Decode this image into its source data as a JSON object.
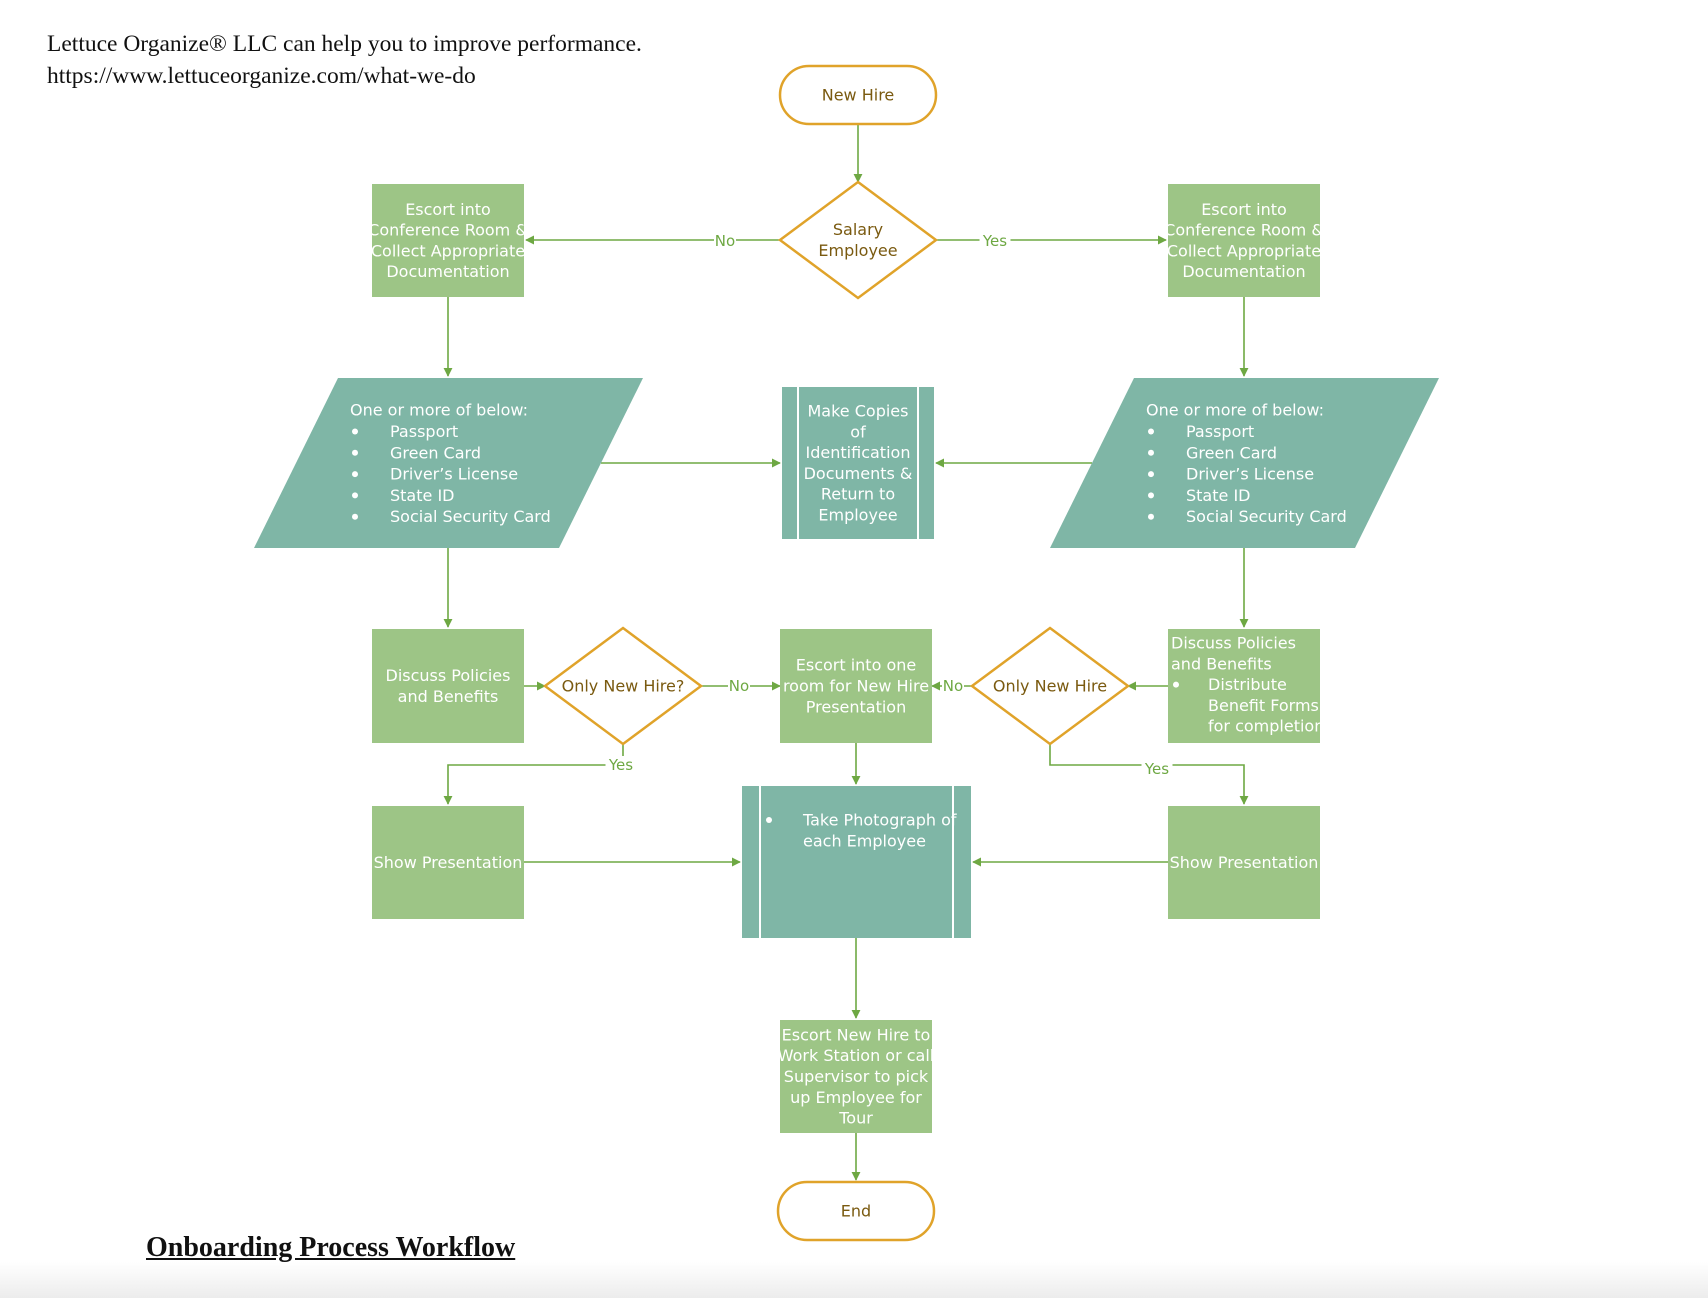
{
  "header": {
    "line1": "Lettuce Organize® LLC can help you to improve performance.",
    "line2": "https://www.lettuceorganize.com/what-we-do"
  },
  "footer": {
    "title": "Onboarding Process Workflow"
  },
  "colors": {
    "green_box": "#9dc586",
    "teal_box": "#7fb6a6",
    "orange_outline": "#e0a32a",
    "connector": "#6ea843",
    "terminal_text": "#7a5a10",
    "box_text": "#ffffff"
  },
  "diagram": {
    "nodes": [
      {
        "id": "new-hire",
        "shape": "terminal",
        "lines": [
          "New Hire"
        ]
      },
      {
        "id": "salary-employee",
        "shape": "decision",
        "lines": [
          "Salary",
          "Employee"
        ]
      },
      {
        "id": "escort-left",
        "shape": "process",
        "lines": [
          "Escort into",
          "Conference Room &",
          "Collect Appropriate",
          "Documentation"
        ]
      },
      {
        "id": "escort-right",
        "shape": "process",
        "lines": [
          "Escort into",
          "Conference Room &",
          "Collect Appropriate",
          "Documentation"
        ]
      },
      {
        "id": "docs-left",
        "shape": "data",
        "heading": "One or more of below:",
        "items": [
          "Passport",
          "Green Card",
          "Driver’s License",
          "State ID",
          "Social Security Card"
        ]
      },
      {
        "id": "docs-right",
        "shape": "data",
        "heading": "One or more of below:",
        "items": [
          "Passport",
          "Green Card",
          "Driver’s License",
          "State ID",
          "Social Security Card"
        ]
      },
      {
        "id": "make-copies",
        "shape": "predefined",
        "lines": [
          "Make Copies",
          "of",
          "Identification",
          "Documents &",
          "Return to",
          "Employee"
        ]
      },
      {
        "id": "discuss-left",
        "shape": "process",
        "lines": [
          "Discuss Policies",
          "and Benefits"
        ]
      },
      {
        "id": "only-new-hire-left",
        "shape": "decision",
        "lines": [
          "Only New Hire?"
        ]
      },
      {
        "id": "escort-room",
        "shape": "process",
        "lines": [
          "Escort into one",
          "room for New Hire",
          "Presentation"
        ]
      },
      {
        "id": "only-new-hire-right",
        "shape": "decision",
        "lines": [
          "Only New Hire"
        ]
      },
      {
        "id": "discuss-right",
        "shape": "process",
        "lines": [
          "Discuss Policies",
          "and Benefits"
        ],
        "items": [
          "Distribute",
          "Benefit Forms",
          "for completion"
        ]
      },
      {
        "id": "show-pres-left",
        "shape": "process",
        "lines": [
          "Show Presentation"
        ]
      },
      {
        "id": "take-photo",
        "shape": "predefined",
        "items": [
          "Take Photograph of",
          "each Employee"
        ]
      },
      {
        "id": "show-pres-right",
        "shape": "process",
        "lines": [
          "Show Presentation"
        ]
      },
      {
        "id": "escort-workstation",
        "shape": "process",
        "lines": [
          "Escort New Hire to",
          "Work Station or call",
          "Supervisor to pick",
          "up Employee for",
          "Tour"
        ]
      },
      {
        "id": "end",
        "shape": "terminal",
        "lines": [
          "End"
        ]
      }
    ],
    "edges": [
      {
        "from": "new-hire",
        "to": "salary-employee",
        "label": ""
      },
      {
        "from": "salary-employee",
        "to": "escort-left",
        "label": "No"
      },
      {
        "from": "salary-employee",
        "to": "escort-right",
        "label": "Yes"
      },
      {
        "from": "escort-left",
        "to": "docs-left",
        "label": ""
      },
      {
        "from": "escort-right",
        "to": "docs-right",
        "label": ""
      },
      {
        "from": "docs-left",
        "to": "make-copies",
        "label": ""
      },
      {
        "from": "docs-right",
        "to": "make-copies",
        "label": ""
      },
      {
        "from": "docs-left",
        "to": "discuss-left",
        "label": ""
      },
      {
        "from": "docs-right",
        "to": "discuss-right",
        "label": ""
      },
      {
        "from": "discuss-left",
        "to": "only-new-hire-left",
        "label": ""
      },
      {
        "from": "only-new-hire-left",
        "to": "escort-room",
        "label": "No"
      },
      {
        "from": "only-new-hire-left",
        "to": "show-pres-left",
        "label": "Yes"
      },
      {
        "from": "discuss-right",
        "to": "only-new-hire-right",
        "label": ""
      },
      {
        "from": "only-new-hire-right",
        "to": "escort-room",
        "label": "No"
      },
      {
        "from": "only-new-hire-right",
        "to": "show-pres-right",
        "label": "Yes"
      },
      {
        "from": "escort-room",
        "to": "take-photo",
        "label": ""
      },
      {
        "from": "show-pres-left",
        "to": "take-photo",
        "label": ""
      },
      {
        "from": "show-pres-right",
        "to": "take-photo",
        "label": ""
      },
      {
        "from": "take-photo",
        "to": "escort-workstation",
        "label": ""
      },
      {
        "from": "escort-workstation",
        "to": "end",
        "label": ""
      }
    ]
  }
}
